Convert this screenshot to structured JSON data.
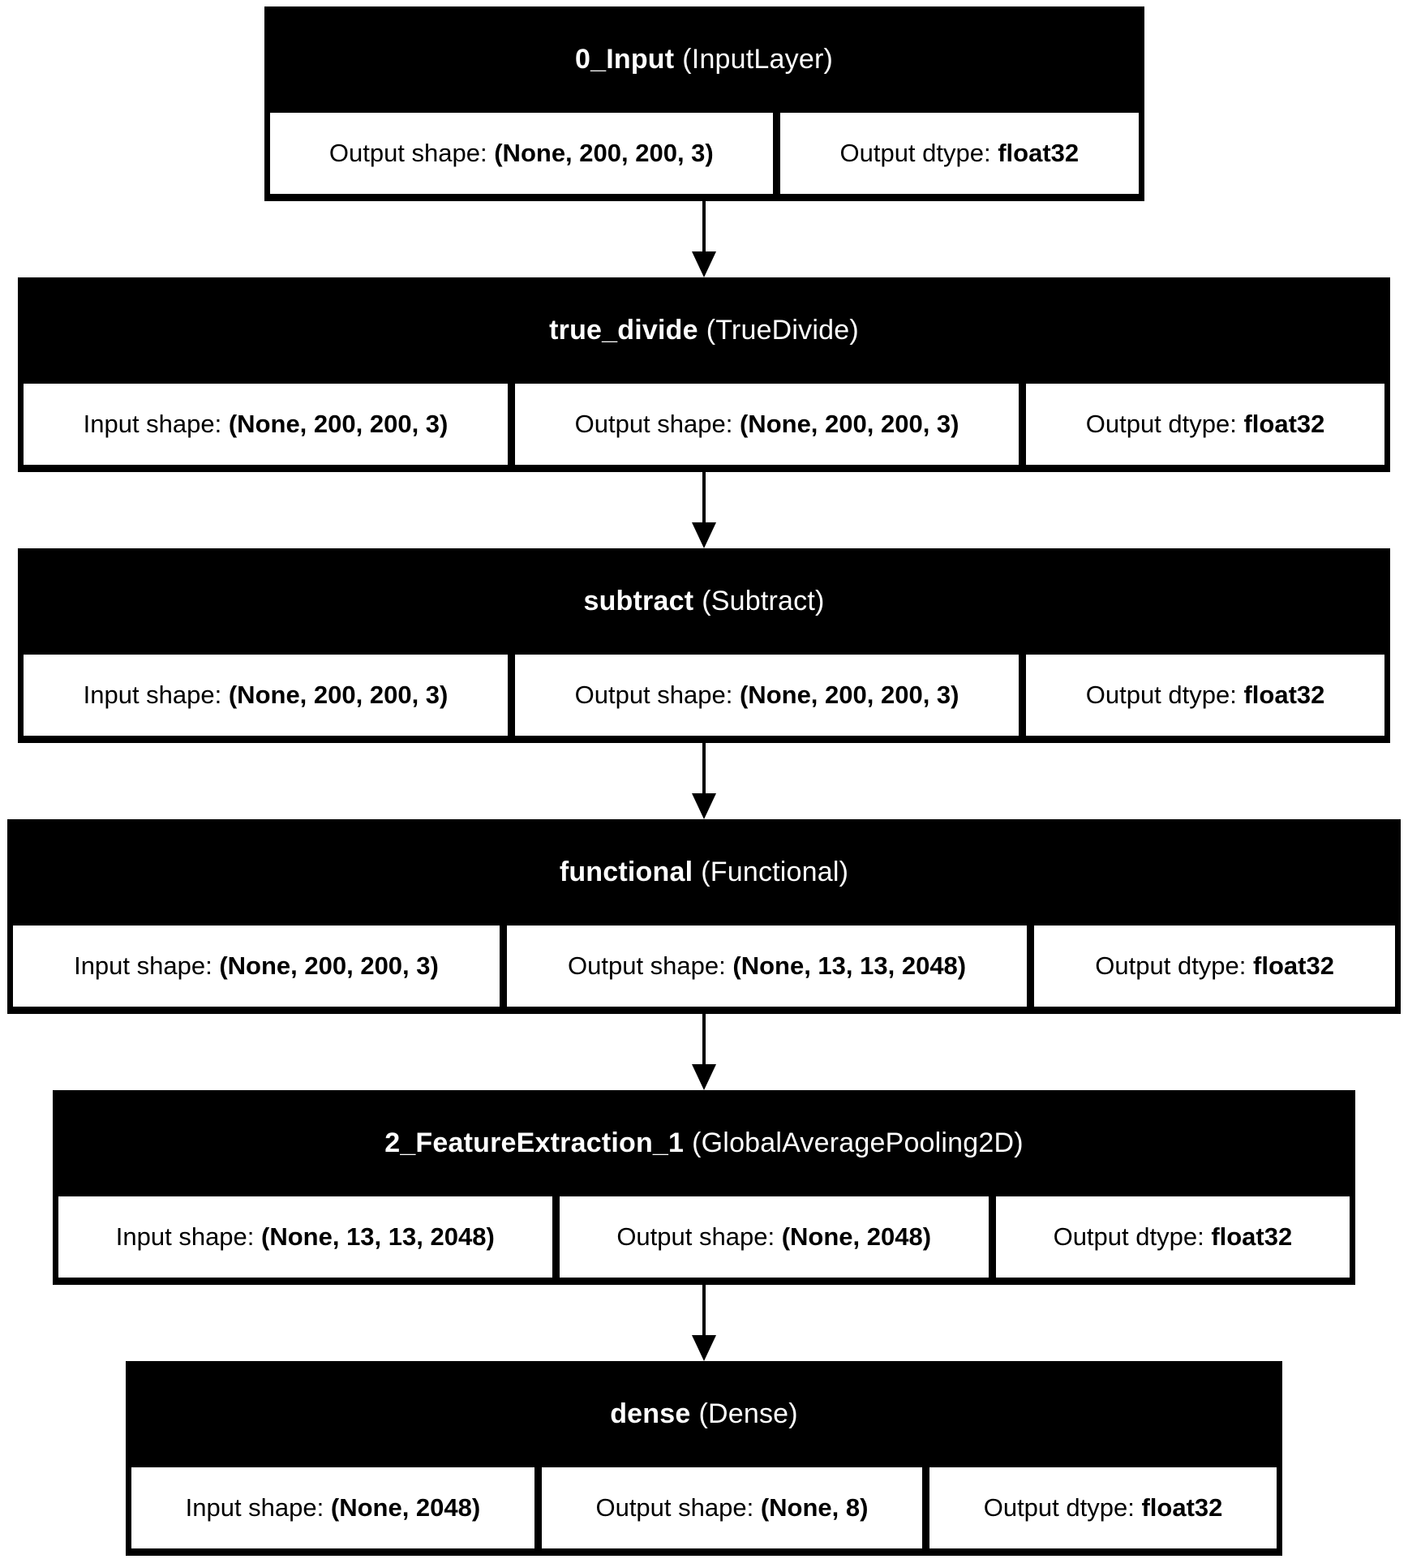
{
  "diagram": {
    "title": "Keras model architecture graph",
    "colors": {
      "background": "#ffffff",
      "node_fill": "#000000",
      "node_title_text": "#ffffff",
      "cell_fill": "#ffffff",
      "cell_text": "#000000",
      "arrow": "#000000"
    },
    "nodes": [
      {
        "name": "0_Input",
        "type": "(InputLayer)",
        "cells": [
          {
            "label": "Output shape: ",
            "value": "(None, 200, 200, 3)"
          },
          {
            "label": "Output dtype: ",
            "value": "float32"
          }
        ]
      },
      {
        "name": "true_divide",
        "type": "(TrueDivide)",
        "cells": [
          {
            "label": "Input shape: ",
            "value": "(None, 200, 200, 3)"
          },
          {
            "label": "Output shape: ",
            "value": "(None, 200, 200, 3)"
          },
          {
            "label": "Output dtype: ",
            "value": "float32"
          }
        ]
      },
      {
        "name": "subtract",
        "type": "(Subtract)",
        "cells": [
          {
            "label": "Input shape: ",
            "value": "(None, 200, 200, 3)"
          },
          {
            "label": "Output shape: ",
            "value": "(None, 200, 200, 3)"
          },
          {
            "label": "Output dtype: ",
            "value": "float32"
          }
        ]
      },
      {
        "name": "functional",
        "type": "(Functional)",
        "cells": [
          {
            "label": "Input shape: ",
            "value": "(None, 200, 200, 3)"
          },
          {
            "label": "Output shape: ",
            "value": "(None, 13, 13, 2048)"
          },
          {
            "label": "Output dtype: ",
            "value": "float32"
          }
        ]
      },
      {
        "name": "2_FeatureExtraction_1",
        "type": "(GlobalAveragePooling2D)",
        "cells": [
          {
            "label": "Input shape: ",
            "value": "(None, 13, 13, 2048)"
          },
          {
            "label": "Output shape: ",
            "value": "(None, 2048)"
          },
          {
            "label": "Output dtype: ",
            "value": "float32"
          }
        ]
      },
      {
        "name": "dense",
        "type": "(Dense)",
        "cells": [
          {
            "label": "Input shape: ",
            "value": "(None, 2048)"
          },
          {
            "label": "Output shape: ",
            "value": "(None, 8)"
          },
          {
            "label": "Output dtype: ",
            "value": "float32"
          }
        ]
      }
    ]
  }
}
